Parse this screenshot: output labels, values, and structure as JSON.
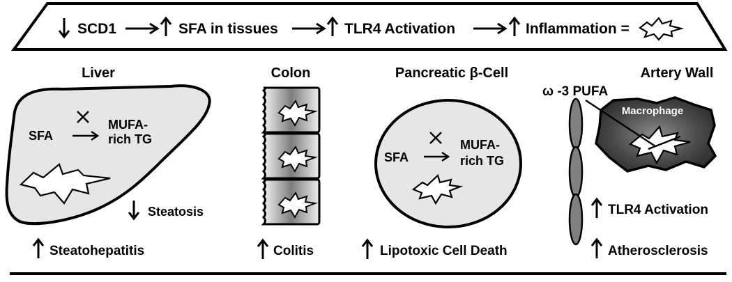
{
  "banner": {
    "step1": "SCD1",
    "step2": "SFA in tissues",
    "step3": "TLR4 Activation",
    "step4": "Inflammation ="
  },
  "panels": {
    "liver": {
      "title": "Liver",
      "sfa": "SFA",
      "product_line1": "MUFA-",
      "product_line2": "rich TG",
      "effect_down": "Steatosis",
      "outcome": "Steatohepatitis"
    },
    "colon": {
      "title": "Colon",
      "outcome": "Colitis"
    },
    "pancreas": {
      "title": "Pancreatic β-Cell",
      "sfa": "SFA",
      "product_line1": "MUFA-",
      "product_line2": "rich TG",
      "outcome": "Lipotoxic Cell Death"
    },
    "artery": {
      "title": "Artery Wall",
      "omega": "ω -3 PUFA",
      "macrophage": "Macrophage",
      "effect_up": "TLR4 Activation",
      "outcome": "Atherosclerosis"
    }
  },
  "colors": {
    "ink": "#000000",
    "organ_fill": "#e6e6e6",
    "macrophage_fill": "#4a4a4a",
    "cell_fill": "#808080"
  }
}
